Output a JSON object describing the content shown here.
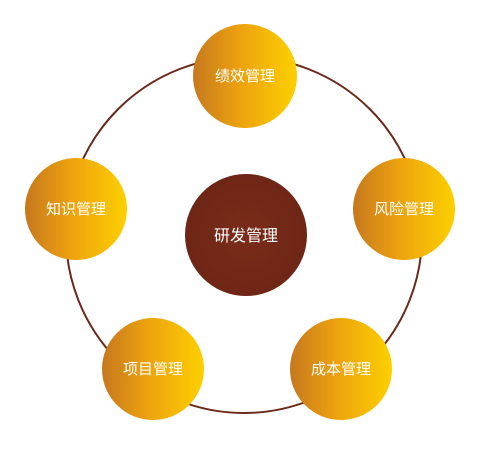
{
  "diagram": {
    "center": {
      "label": "研发管理",
      "color": "#6e2616"
    },
    "ring_color": "#6b2a1a",
    "gradient": {
      "start": "#c6781e",
      "mid": "#eda20e",
      "end": "#fdd000"
    },
    "nodes": [
      {
        "id": "top",
        "label": "绩效管理"
      },
      {
        "id": "right",
        "label": "风险管理"
      },
      {
        "id": "bottom-right",
        "label": "成本管理"
      },
      {
        "id": "bottom-left",
        "label": "项目管理"
      },
      {
        "id": "left",
        "label": "知识管理"
      }
    ]
  }
}
